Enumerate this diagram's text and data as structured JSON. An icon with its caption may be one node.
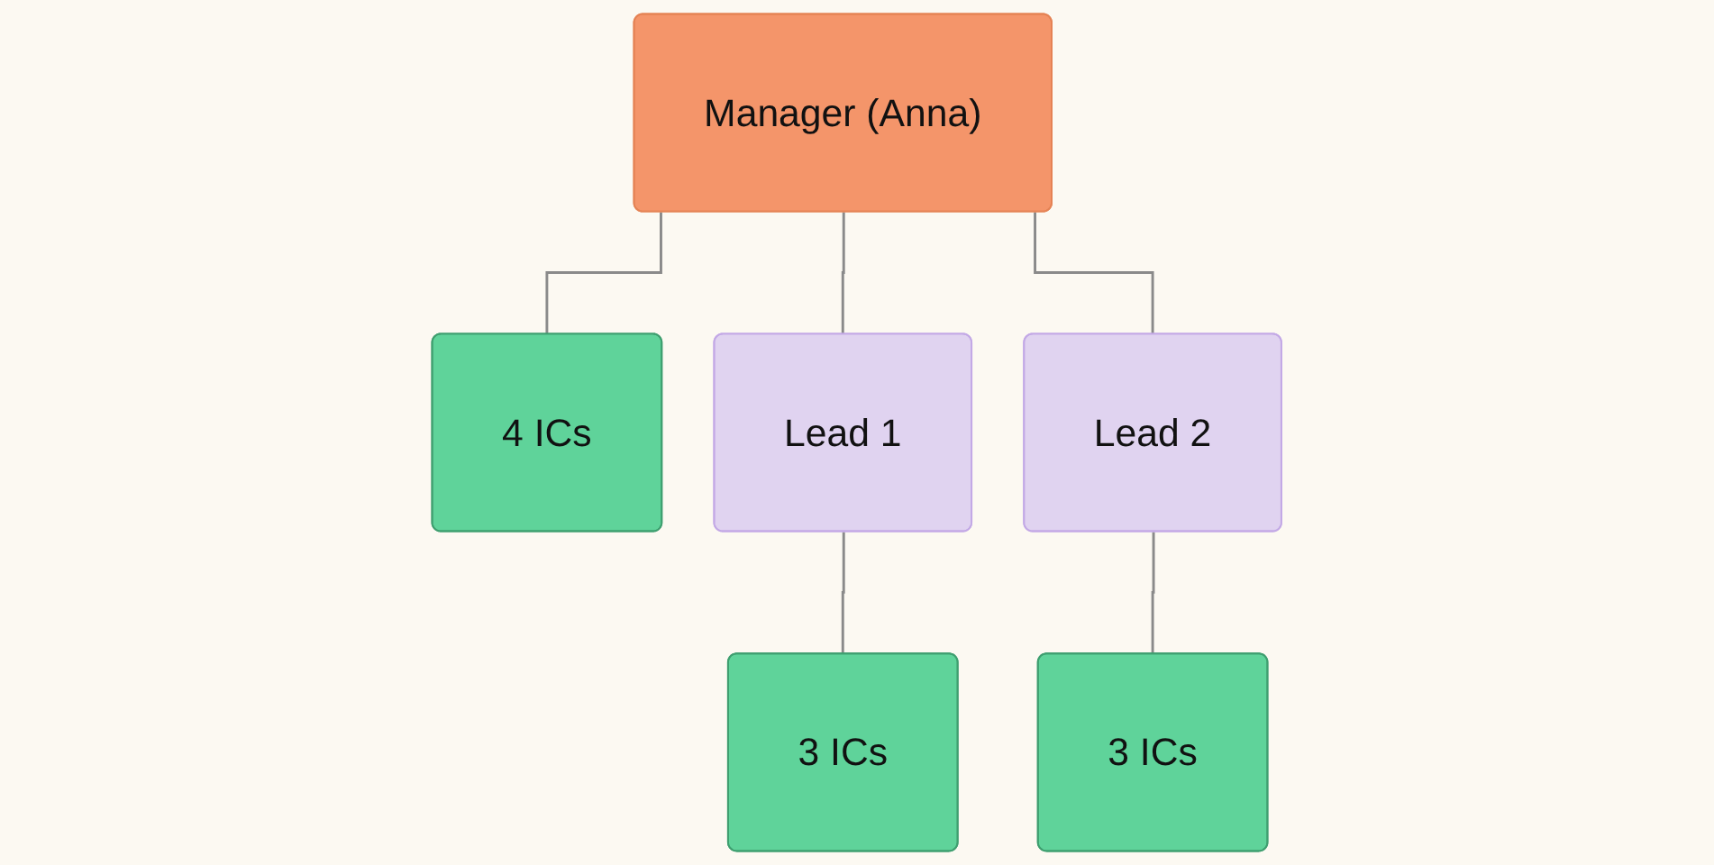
{
  "diagram": {
    "nodes": [
      {
        "text": [
          "Manager (Anna)"
        ]
      },
      {
        "text": [
          "4 ICs"
        ]
      },
      {
        "text": [
          "Lead 1"
        ]
      },
      {
        "text": [
          "Lead 2"
        ]
      },
      {
        "text": [
          "3 ICs"
        ]
      },
      {
        "text": [
          "3 ICs"
        ]
      }
    ],
    "edges": [
      {
        "from": 0,
        "to": 1,
        "arrow": "none"
      },
      {
        "from": 0,
        "to": 2,
        "arrow": "none"
      },
      {
        "from": 0,
        "to": 3,
        "arrow": "none"
      },
      {
        "from": 2,
        "to": 4,
        "arrow": "none"
      },
      {
        "from": 3,
        "to": 5,
        "arrow": "none"
      }
    ]
  }
}
